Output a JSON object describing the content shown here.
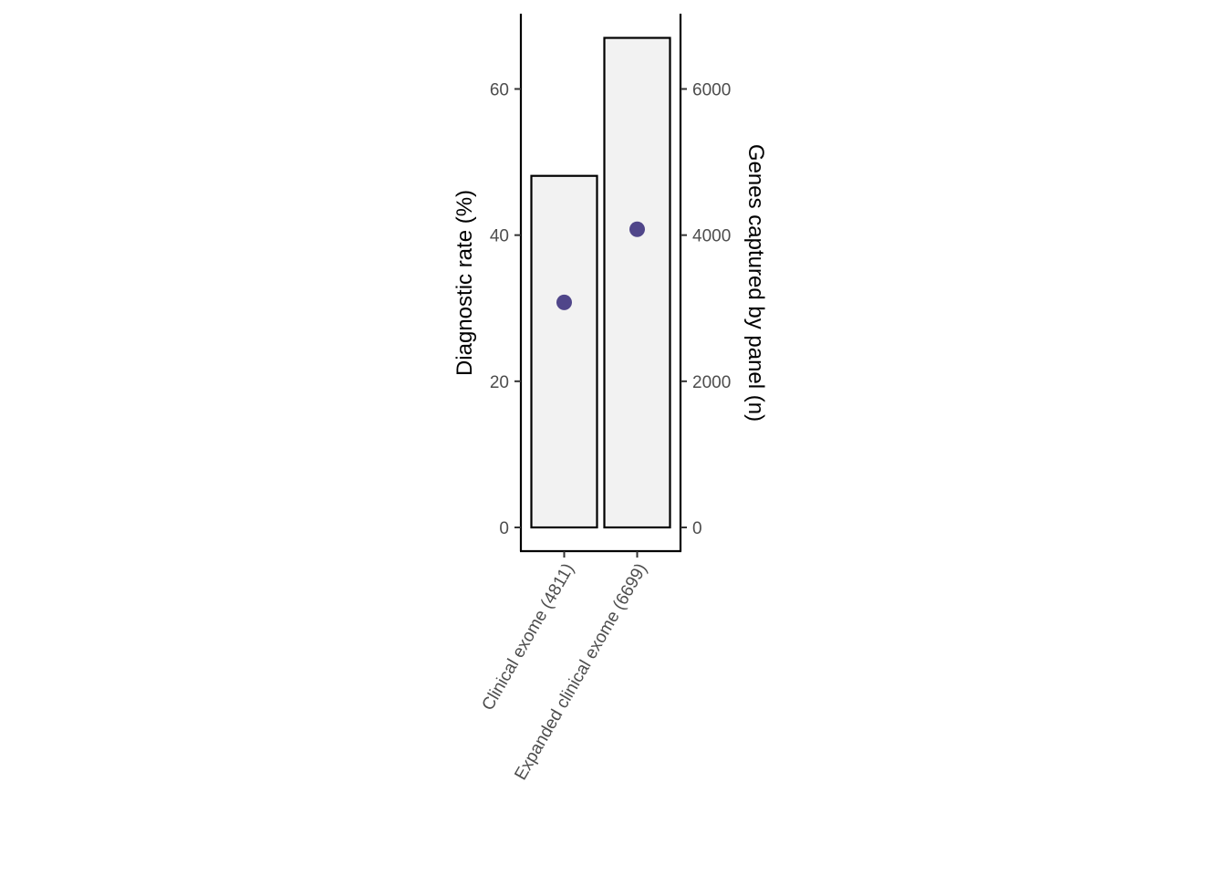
{
  "chart_data": {
    "type": "bar",
    "categories": [
      "Clinical exome (4811)",
      "Expanded clinical exome (6699)"
    ],
    "series": [
      {
        "axis": "right",
        "mark": "bar",
        "values": [
          4811,
          6699
        ]
      },
      {
        "axis": "left",
        "mark": "point",
        "values": [
          30.8,
          40.8
        ]
      }
    ],
    "ylabel": "Diagnostic rate (%)",
    "y2label": "Genes captured by panel (n)",
    "yticks": [
      0,
      20,
      40,
      60
    ],
    "y2ticks": [
      0,
      2000,
      4000,
      6000
    ],
    "ylim": [
      0,
      70
    ],
    "y2lim": [
      0,
      7000
    ],
    "grid": false,
    "legend": "none",
    "colors": {
      "bar_fill": "#f2f2f2",
      "bar_stroke": "#000000",
      "point": "#50468a",
      "axis": "#000000",
      "tick_text": "#4d4d4d"
    }
  }
}
